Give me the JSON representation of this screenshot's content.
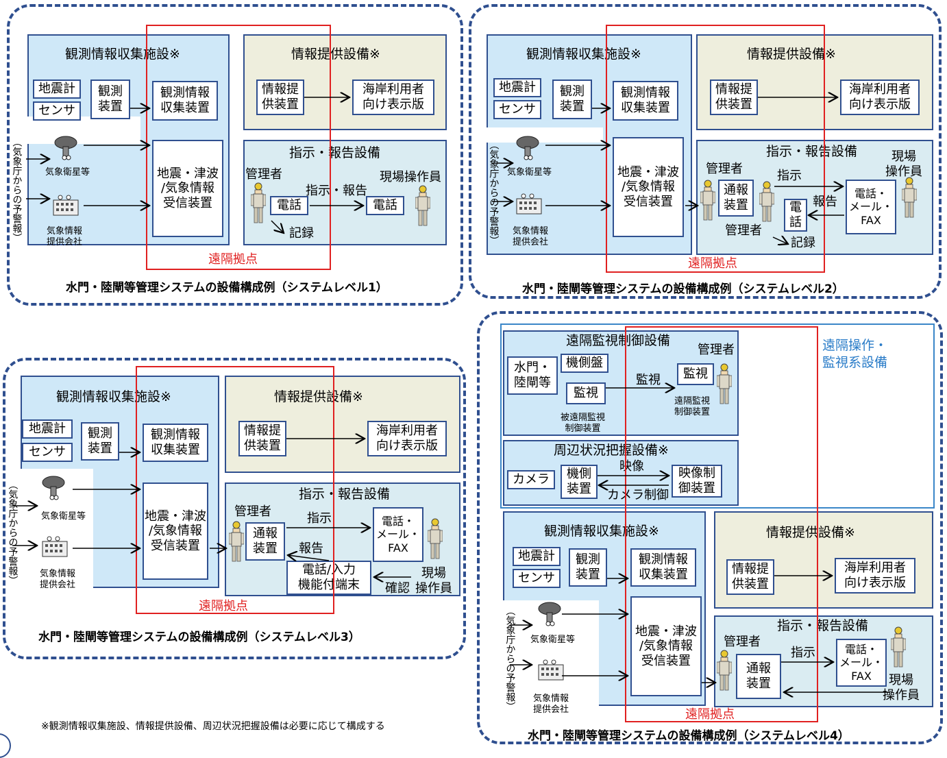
{
  "common": {
    "obs_facility": "観測情報収集施設※",
    "info_facility": "情報提供設備※",
    "seismometer": "地震計",
    "sensor": "センサ",
    "obs_device": "観測\n装置",
    "obs_collect": "観測情報\n収集装置",
    "info_device": "情報提\n供装置",
    "display": "海岸利用者\n向け表示版",
    "quake_receiver": "地震・津波\n/気象情報\n受信装置",
    "jma_note": "（気象庁からの予警報）",
    "satellite": "気象衛星等",
    "weather_company": "気象情報\n提供会社",
    "instruct_facility": "指示・報告設備",
    "manager": "管理者",
    "remote_base": "遠隔拠点"
  },
  "level1": {
    "field_operator": "現場操作員",
    "phone": "電話",
    "instruct_report": "指示・報告",
    "record": "記録",
    "caption": "水門・陸閘等管理システムの設備構成例（システムレベル1）"
  },
  "level2": {
    "field_operator": "現場\n操作員",
    "instruct": "指示",
    "report": "報告",
    "notify_device": "通報\n装置",
    "phone_v": "電\n話",
    "phone_mail_fax": "電話・\nメール・\nFAX",
    "record": "記録",
    "caption": "水門・陸閘等管理システムの設備構成例（システムレベル2）"
  },
  "level3": {
    "instruct": "指示",
    "report": "報告",
    "notify_device": "通報\n装置",
    "phone_mail_fax": "電話・\nメール・\nFAX",
    "terminal": "電話/入力\n機能付端末",
    "confirm": "確認",
    "field_operator": "現場\n操作員",
    "caption": "水門・陸閘等管理システムの設備構成例（システムレベル3）"
  },
  "level4": {
    "remote_facility": "遠隔監視制御設備",
    "gate": "水門・\n陸閘等",
    "side_panel": "機側盤",
    "monitor": "監視",
    "remote_monitored": "被遠隔監視\n制御装置",
    "remote_controller": "遠隔監視\n制御装置",
    "surround_facility": "周辺状況把握設備※",
    "camera": "カメラ",
    "side_device": "機側\n装置",
    "video": "映像",
    "video_ctrl": "映像制\n御装置",
    "camera_ctrl": "カメラ制御",
    "remote_ops": "遠隔操作・\n監視系設備",
    "instruct": "指示",
    "notify_device": "通報\n装置",
    "phone_mail_fax": "電話・\nメール・\nFAX",
    "field_operator": "現場\n操作員",
    "caption": "水門・陸閘等管理システムの設備構成例（システムレベル4）"
  },
  "footnote": "※観測情報収集施設、情報提供設備、周辺状況把握設備は必要に応じて構成する",
  "colors": {
    "panel_border": "#2f4f8f",
    "remote_base": "#e02020",
    "ops_border": "#3a86c8",
    "blue_fill": "#cfe8f8",
    "olive_fill": "#eeeedd"
  }
}
